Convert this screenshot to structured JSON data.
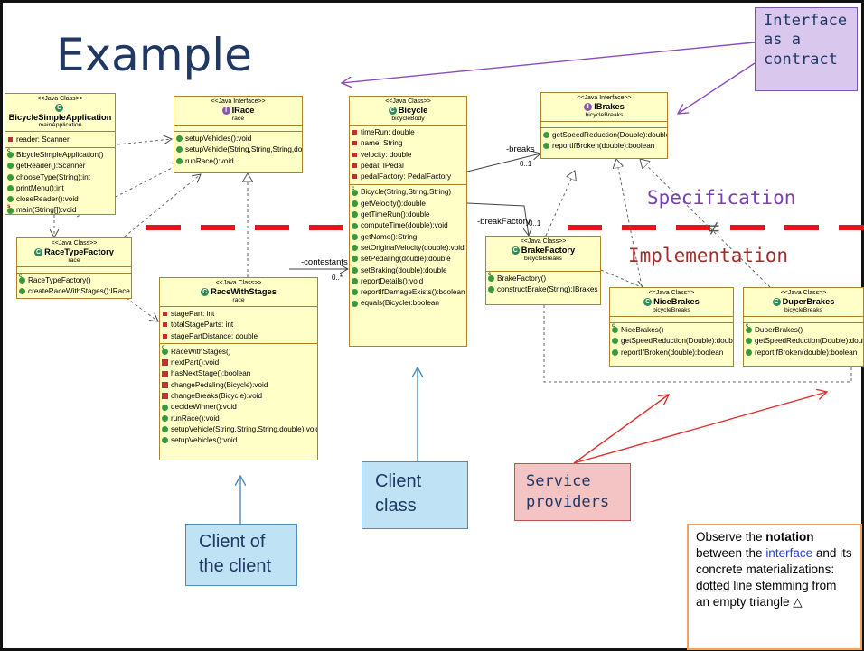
{
  "slide": {
    "title": "Example",
    "spec_label": "Specification",
    "neq_symbol": "≠",
    "impl_label": "Implementation"
  },
  "classes": {
    "main_app": {
      "stereotype": "<<Java Class>>",
      "name": "BicycleSimpleApplication",
      "package": "mainApplication",
      "fields": [
        "reader: Scanner"
      ],
      "methods": [
        "BicycleSimpleApplication()",
        "getReader():Scanner",
        "chooseType(String):int",
        "printMenu():int",
        "closeReader():void",
        "main(String[]):void"
      ]
    },
    "irace": {
      "stereotype": "<<Java Interface>>",
      "name": "IRace",
      "package": "race",
      "methods": [
        "setupVehicles():void",
        "setupVehicle(String,String,String,double):void",
        "runRace():void"
      ]
    },
    "bicycle": {
      "stereotype": "<<Java Class>>",
      "name": "Bicycle",
      "package": "bicycleBody",
      "fields": [
        "timeRun: double",
        "name: String",
        "velocity: double",
        "pedal: IPedal",
        "pedalFactory: PedalFactory"
      ],
      "methods": [
        "Bicycle(String,String,String)",
        "getVelocity():double",
        "getTimeRun():double",
        "computeTime(double):void",
        "getName():String",
        "setOriginalVelocity(double):void",
        "setPedaling(double):double",
        "setBraking(double):double",
        "reportDetails():void",
        "reportIfDamageExists():boolean",
        "equals(Bicycle):boolean"
      ]
    },
    "ibrakes": {
      "stereotype": "<<Java Interface>>",
      "name": "IBrakes",
      "package": "bicycleBreaks",
      "methods": [
        "getSpeedReduction(Double):double",
        "reportIfBroken(double):boolean"
      ]
    },
    "race_type_factory": {
      "stereotype": "<<Java Class>>",
      "name": "RaceTypeFactory",
      "package": "race",
      "methods": [
        "RaceTypeFactory()",
        "createRaceWithStages():IRace"
      ]
    },
    "race_with_stages": {
      "stereotype": "<<Java Class>>",
      "name": "RaceWithStages",
      "package": "race",
      "fields": [
        "stagePart: int",
        "totalStageParts: int",
        "stagePartDistance: double"
      ],
      "methods": [
        "RaceWithStages()",
        "nextPart():void",
        "hasNextStage():boolean",
        "changePedaling(Bicycle):void",
        "changeBreaks(Bicycle):void",
        "decideWinner():void",
        "runRace():void",
        "setupVehicle(String,String,String,double):void",
        "setupVehicles():void"
      ]
    },
    "brake_factory": {
      "stereotype": "<<Java Class>>",
      "name": "BrakeFactory",
      "package": "bicycleBreaks",
      "methods": [
        "BrakeFactory()",
        "constructBrake(String):IBrakes"
      ]
    },
    "nice_brakes": {
      "stereotype": "<<Java Class>>",
      "name": "NiceBrakes",
      "package": "bicycleBreaks",
      "methods": [
        "NiceBrakes()",
        "getSpeedReduction(Double):double",
        "reportIfBroken(double):boolean"
      ]
    },
    "duper_brakes": {
      "stereotype": "<<Java Class>>",
      "name": "DuperBrakes",
      "package": "bicycleBreaks",
      "methods": [
        "DuperBrakes()",
        "getSpeedReduction(Double):double",
        "reportIfBroken(double):boolean"
      ]
    }
  },
  "assoc_labels": {
    "contestants": "-contestants",
    "contestants_mult": "0..*",
    "breaks": "-breaks",
    "breaks_mult": "0..1",
    "brake_factory": "-breakFactory",
    "brake_factory_mult": "0..1"
  },
  "callouts": {
    "interface_contract": [
      "Interface",
      "as a",
      "contract"
    ],
    "client_class": [
      "Client",
      "class"
    ],
    "client_of_client": [
      "Client of",
      "the client"
    ],
    "service_providers": [
      "Service",
      "providers"
    ]
  },
  "note": {
    "p1": "Observe the ",
    "bold": "notation",
    "p2": " between the ",
    "interface_word": "interface",
    "p3": " and its concrete materializations: ",
    "dotted": "dotted",
    "line": "line",
    "p4": " stemming from an empty triangle △"
  },
  "colors": {
    "title": "#1f3864",
    "specification": "#7b3fb5",
    "implementation": "#a52a2a",
    "red_dash": "#e8141b",
    "purple_arrow": "#8a4bbf",
    "red_arrow": "#e03030",
    "blue_arrow": "#4f8cb9"
  }
}
